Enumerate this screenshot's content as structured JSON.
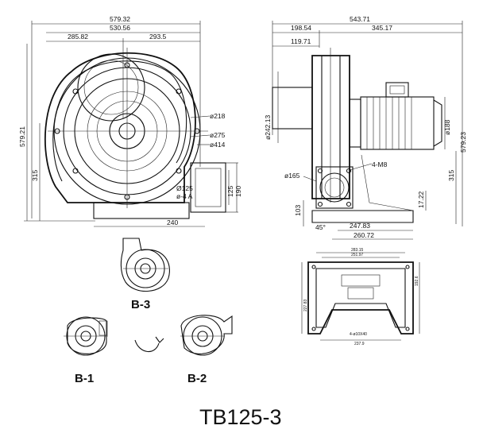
{
  "title": "TB125-3",
  "front_view": {
    "dims_top": [
      "579.32",
      "530.56",
      "285.82",
      "293.5"
    ],
    "dim_left_height": "579.21",
    "dim_left_lower": "315",
    "dims_diameter": [
      "ø218",
      "ø275",
      "ø414"
    ],
    "inlet_label": "Ø125",
    "inlet_sub": "ø-4 A",
    "dim_right_a": "125",
    "dim_right_b": "190",
    "dim_bottom": "240"
  },
  "side_view": {
    "dims_top": [
      "543.71",
      "198.54",
      "345.17",
      "119.71"
    ],
    "dim_left": "ø242.13",
    "dim_motor": "ø188",
    "dim_right_height": "579.23",
    "dim_right_lower": "315",
    "dim_bolt": "4-M8",
    "dim_flange": "ø165",
    "dim_103": "103",
    "dim_17": "17.22",
    "dim_45": "45°",
    "dim_247": "247.83",
    "dim_260": "260.72"
  },
  "base_view": {
    "dims": [
      "283.15",
      "251.97",
      "227.83",
      "192.6",
      "4-ø10X40",
      "237.9"
    ]
  },
  "orientations": [
    "B-3",
    "B-1",
    "B-2"
  ]
}
